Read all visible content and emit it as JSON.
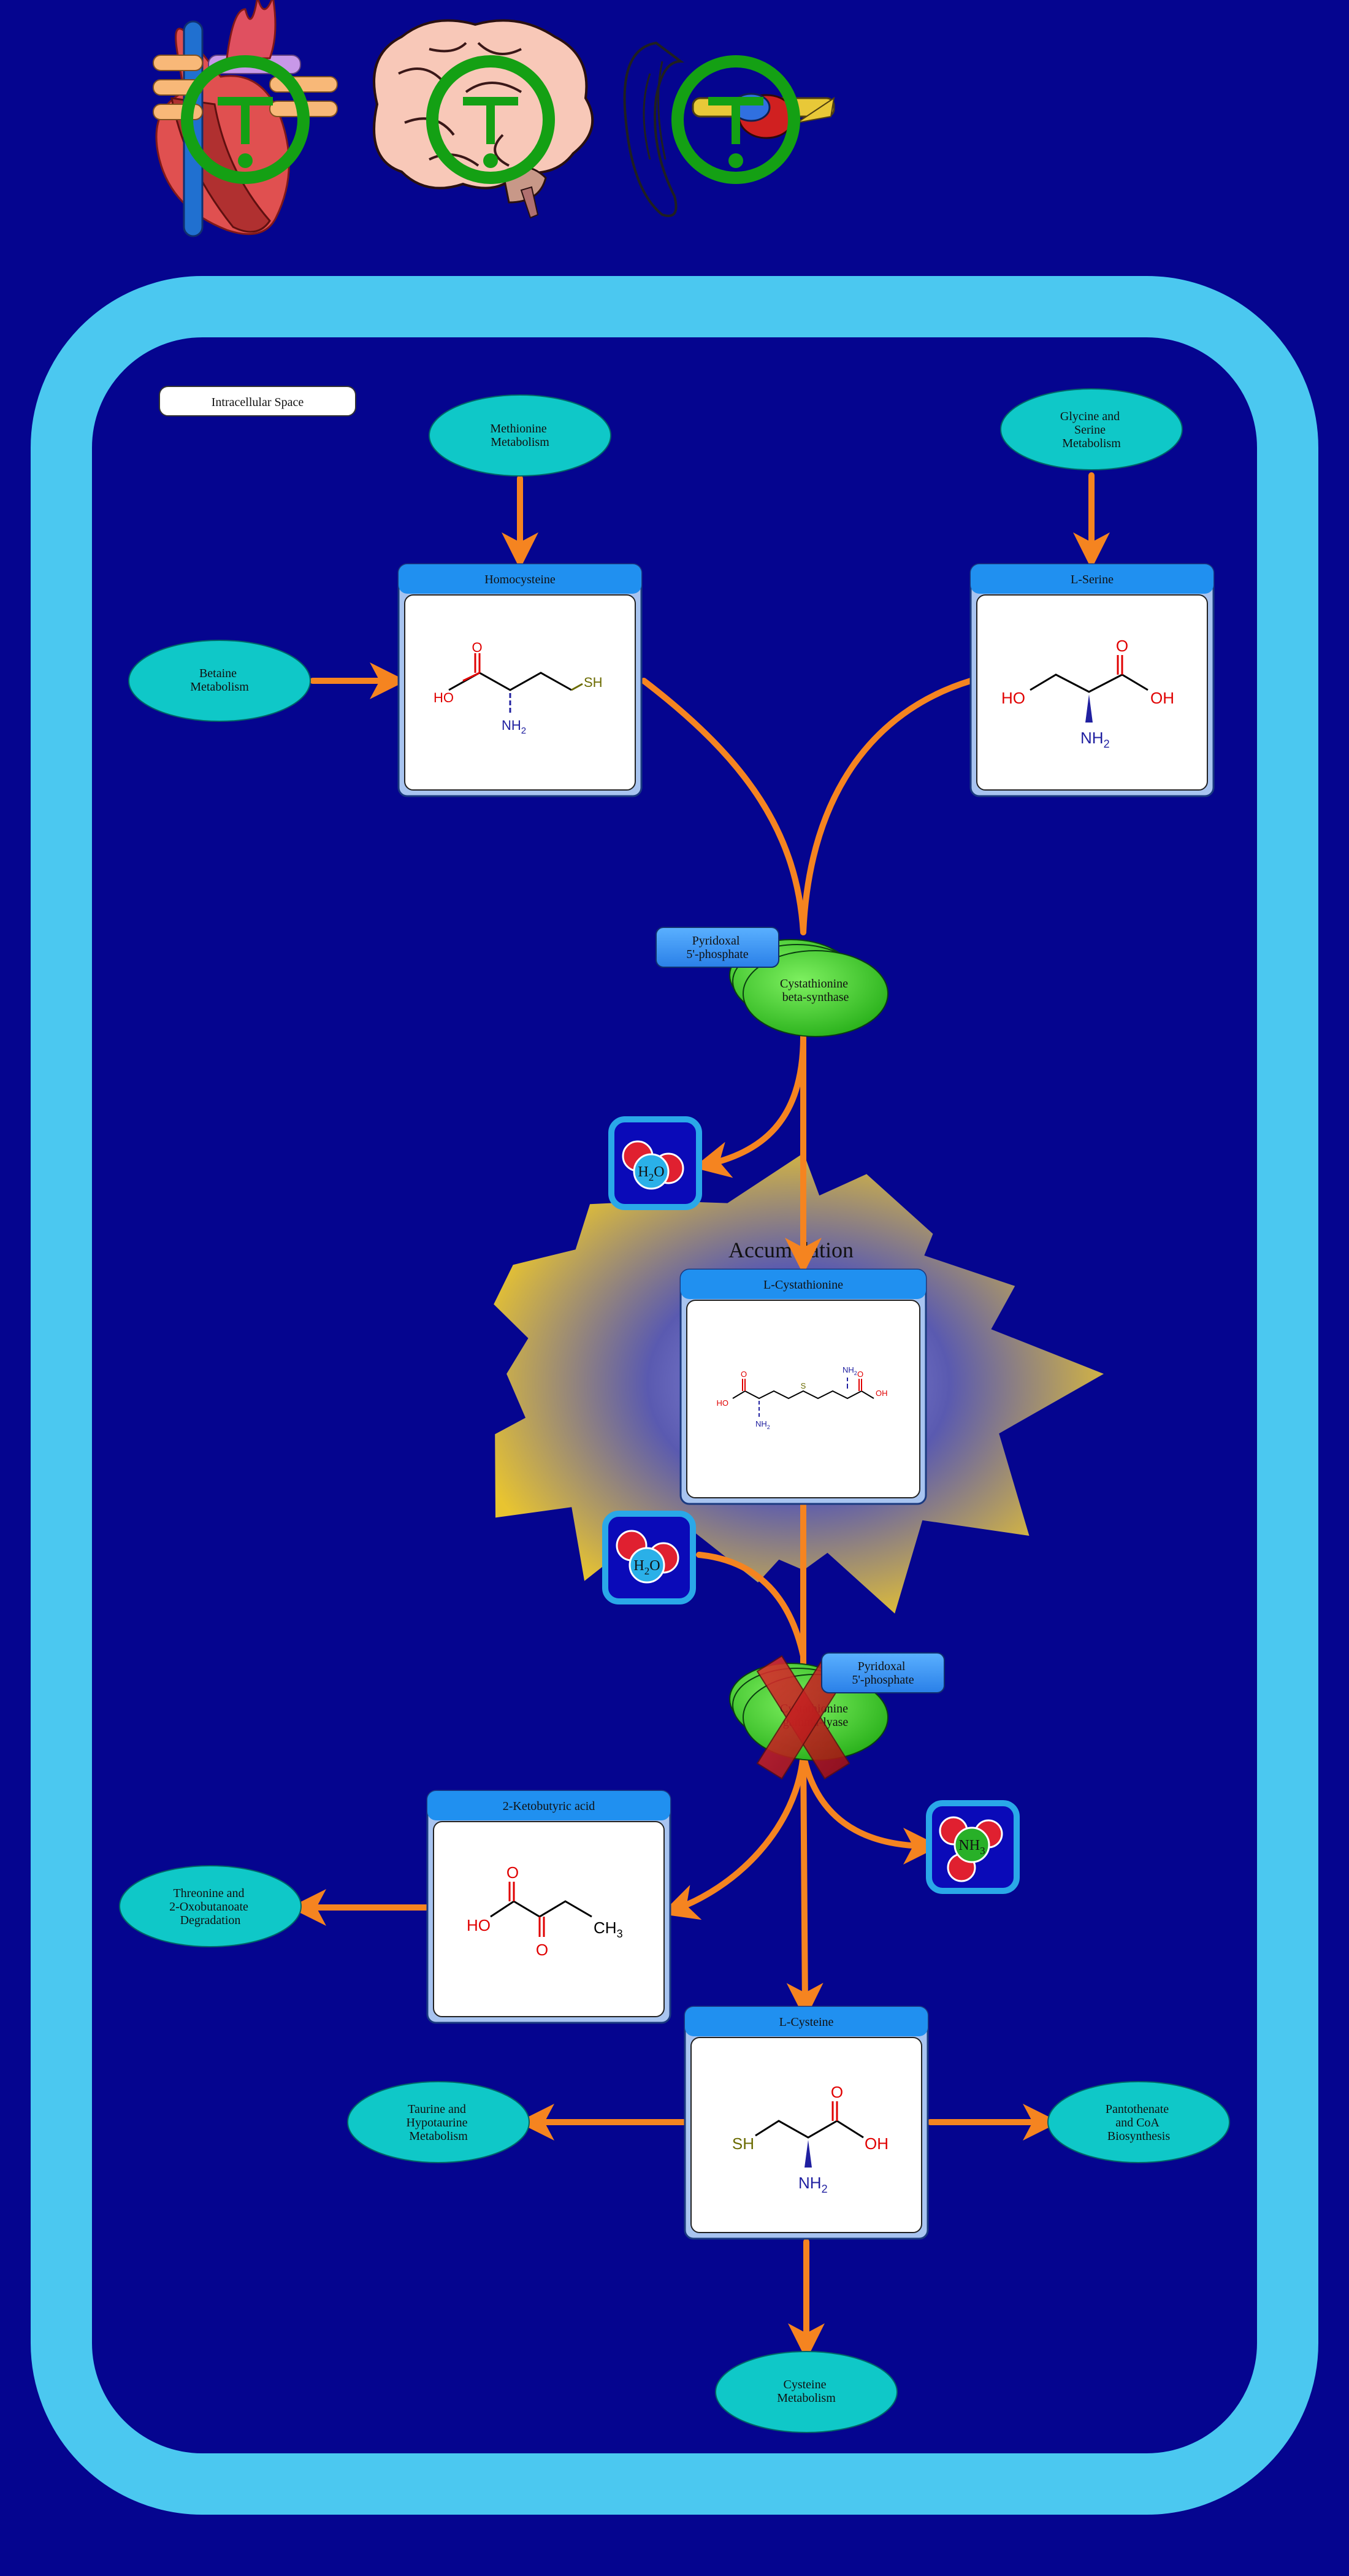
{
  "compartment": {
    "label": "Intracellular Space"
  },
  "pathways": {
    "methionine": [
      "Methionine",
      "Metabolism"
    ],
    "glycine_serine": [
      "Glycine and",
      "Serine",
      "Metabolism"
    ],
    "betaine": [
      "Betaine",
      "Metabolism"
    ],
    "threonine": [
      "Threonine and",
      "2-Oxobutanoate",
      "Degradation"
    ],
    "taurine": [
      "Taurine and",
      "Hypotaurine",
      "Metabolism"
    ],
    "pantothenate": [
      "Pantothenate",
      "and CoA",
      "Biosynthesis"
    ],
    "cysteine": [
      "Cysteine",
      "Metabolism"
    ]
  },
  "metabolites": {
    "homocysteine": "Homocysteine",
    "serine": "L-Serine",
    "cystathionine": "L-Cystathionine",
    "ketobutyric": "2-Ketobutyric acid",
    "cysteine": "L-Cysteine"
  },
  "enzymes": {
    "cbs": [
      "Cystathionine",
      "beta-synthase"
    ],
    "cgl": [
      "Cystathionine",
      "gamma-lyase"
    ]
  },
  "cofactors": {
    "plp_1": [
      "Pyridoxal",
      "5'-phosphate"
    ],
    "plp_2": [
      "Pyridoxal",
      "5'-phosphate"
    ]
  },
  "small_molecules": {
    "water": {
      "main": "H",
      "sub": "2",
      "tail": "O"
    },
    "ammonia": {
      "main": "NH",
      "sub": "3",
      "tail": ""
    }
  },
  "accumulation": {
    "label": "Accumulation"
  },
  "structure_atoms": {
    "OH": "OH",
    "HO": "HO",
    "O": "O",
    "NH2": "NH",
    "NH2_sub": "2",
    "SH": "SH",
    "S": "S",
    "CH3": "CH",
    "CH3_sub": "3"
  },
  "colors": {
    "background": "#05058f",
    "cell_membrane": "#4bc8f0",
    "pathway_fill": "#0fc8c8",
    "arrow": "#f58420",
    "enzyme": "#3cc81e",
    "card_header": "#2090f0",
    "accumulation_star": "#e8c430",
    "inhibition_cross": "#c82020",
    "organ_indicator": "#14a014"
  },
  "organs": [
    "heart-organ",
    "brain-organ",
    "ear-organ"
  ]
}
